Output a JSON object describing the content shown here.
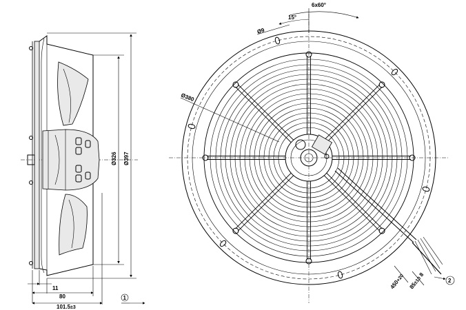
{
  "side_view": {
    "dim_326": "Ø326",
    "dim_397": "Ø397",
    "dim_11": "11",
    "dim_80": "80",
    "dim_101": "101.5",
    "dim_101_tol": "±3",
    "note_marker": "1"
  },
  "front_view": {
    "dim_6x60": "6x60°",
    "dim_15": "15°",
    "dim_hole": "Ø9",
    "dim_380": "Ø380",
    "cable_450": "450",
    "cable_450_tol": "+20",
    "cable_85": "85",
    "cable_85_tol": "±10",
    "cable_8": "8",
    "note_marker": "2"
  }
}
